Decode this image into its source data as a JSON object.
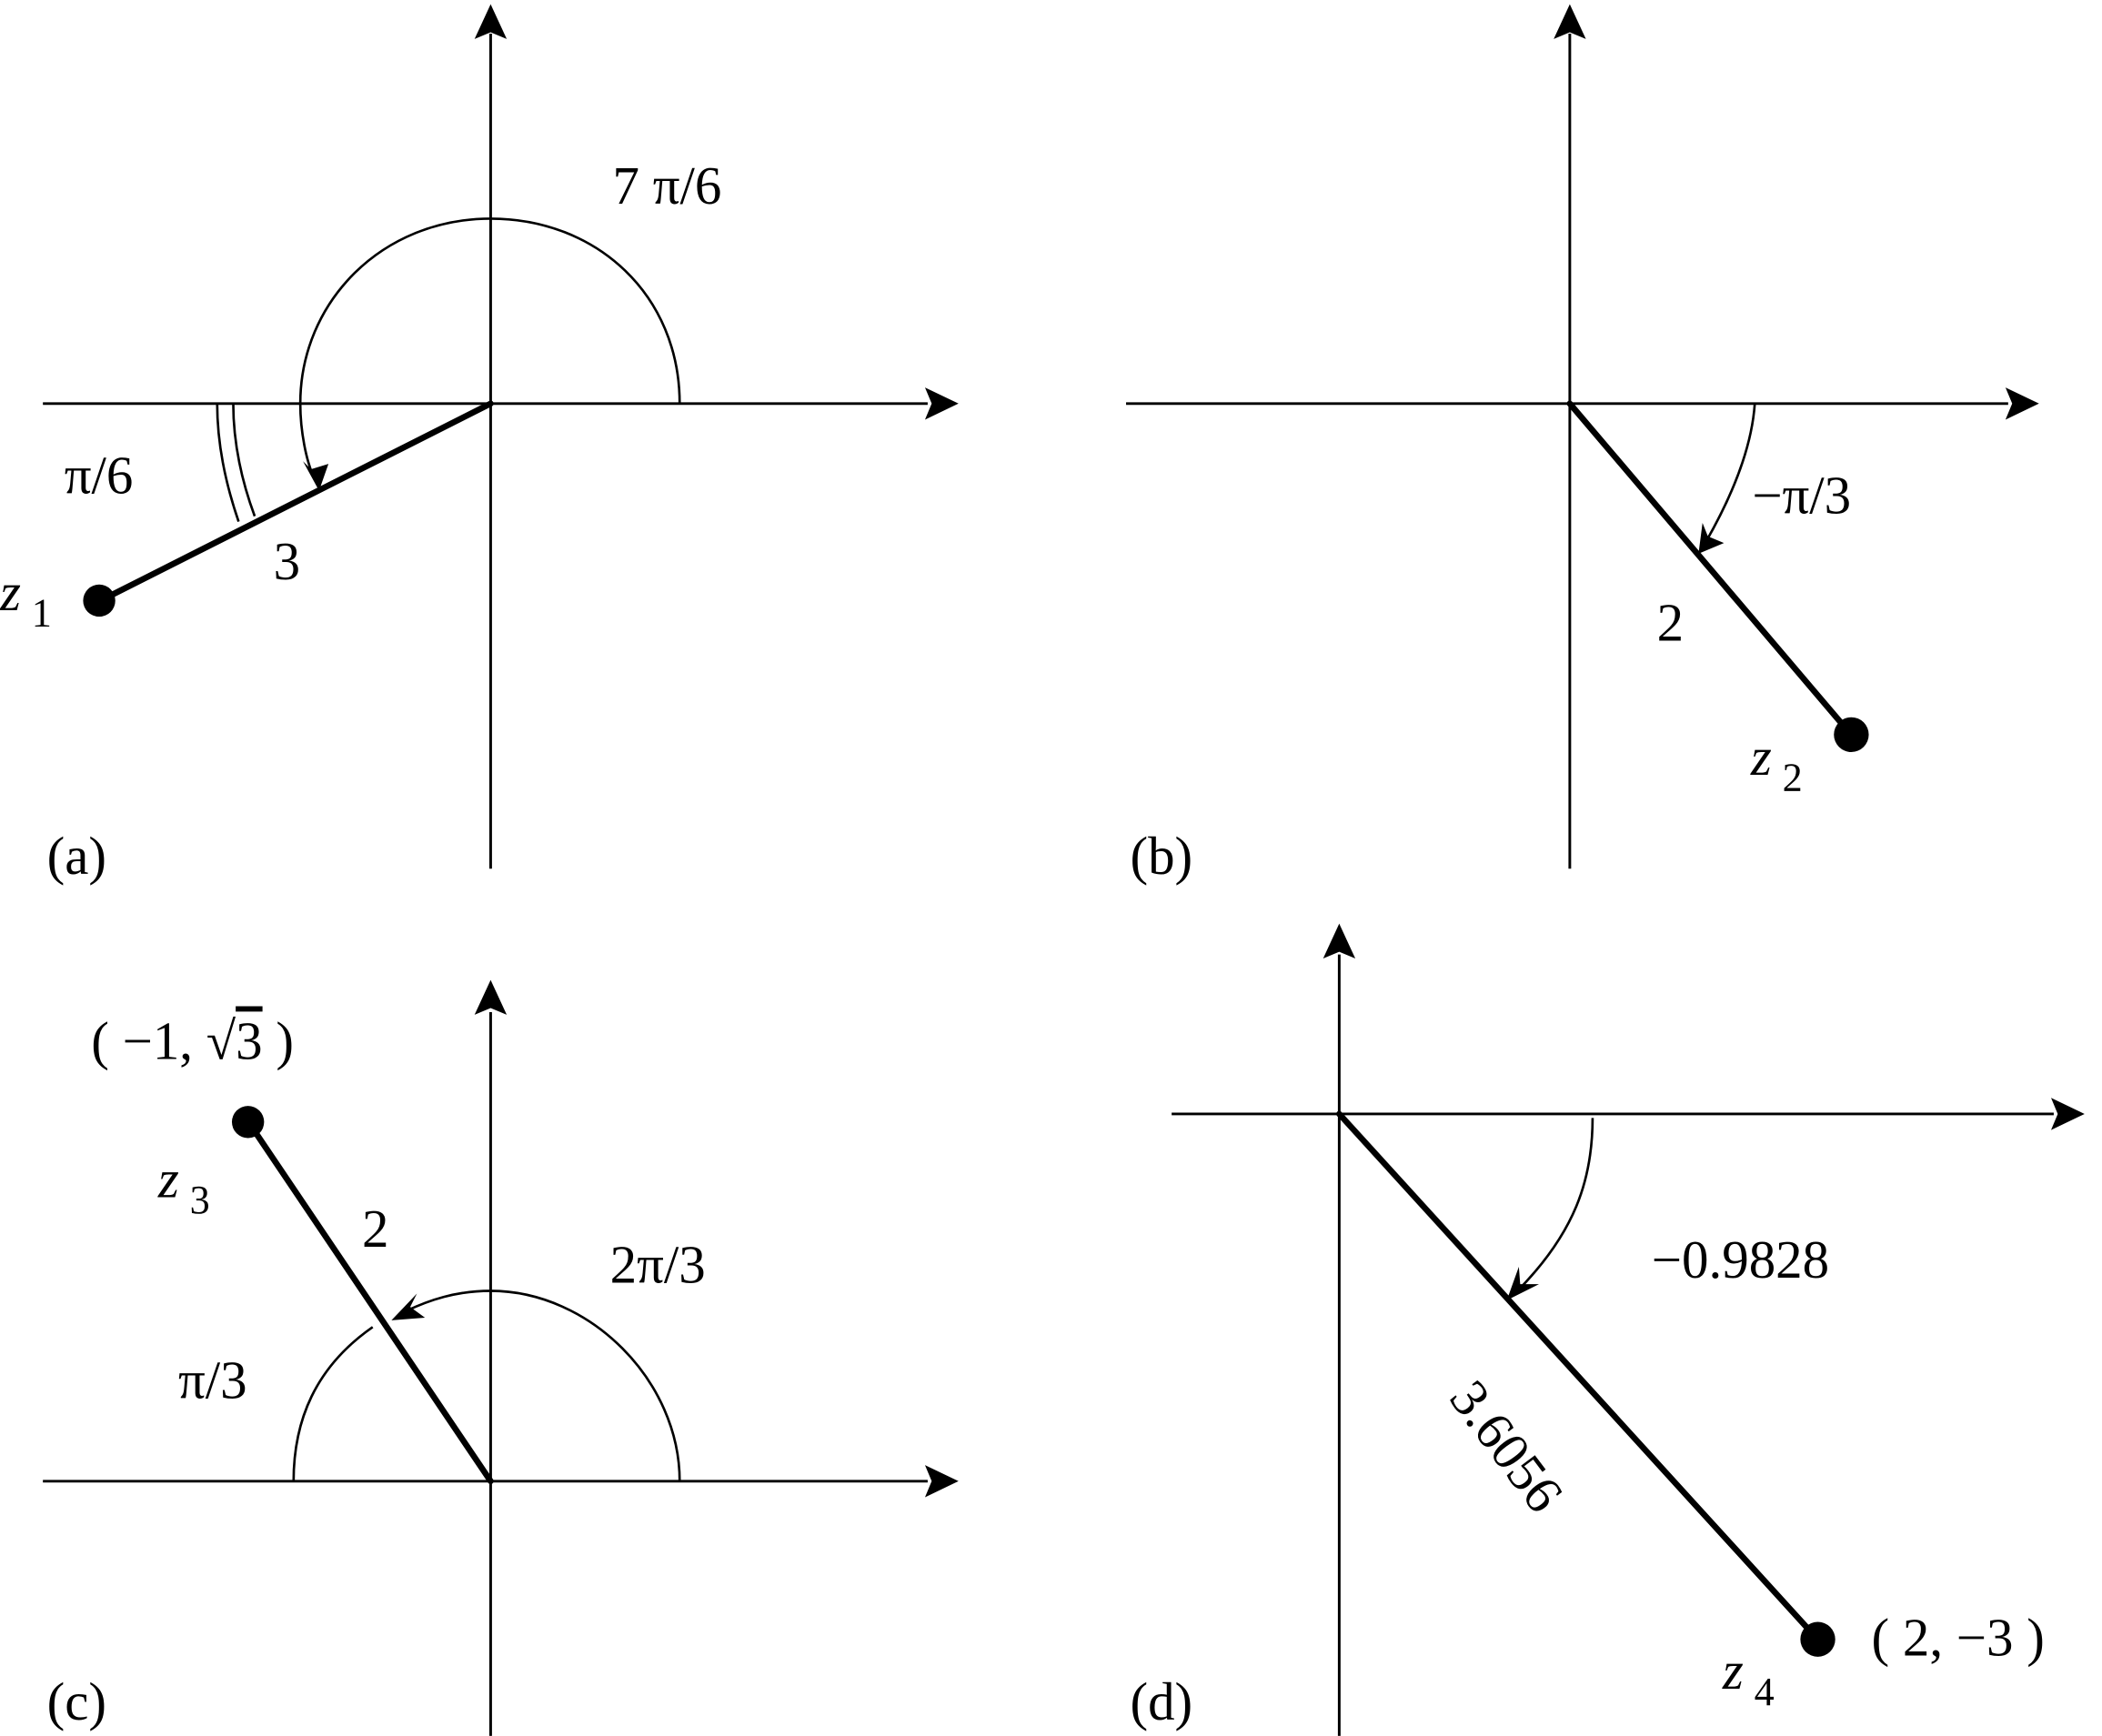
{
  "figure": {
    "panels": [
      {
        "id": "a",
        "panel_label": "(a)",
        "point_name": "z",
        "point_subscript": "1",
        "modulus_label": "3",
        "principal_angle_label": "7 π/6",
        "reference_angle_label": "π/6"
      },
      {
        "id": "b",
        "panel_label": "(b)",
        "point_name": "z",
        "point_subscript": "2",
        "modulus_label": "2",
        "principal_angle_label": "−π/3"
      },
      {
        "id": "c",
        "panel_label": "(c)",
        "point_name": "z",
        "point_subscript": "3",
        "modulus_label": "2",
        "principal_angle_label": "2π/3",
        "reference_angle_label": "π/3",
        "coordinate_prefix": "( −1, ",
        "coordinate_radicand": "3",
        "coordinate_suffix": " )"
      },
      {
        "id": "d",
        "panel_label": "(d)",
        "point_name": "z",
        "point_subscript": "4",
        "modulus_label": "3.6056",
        "principal_angle_label": "−0.9828",
        "coordinate_label": "( 2,  −3 )"
      }
    ]
  },
  "chart_data": {
    "type": "diagram",
    "title": "Polar representation of complex numbers z1–z4 on Argand diagrams",
    "points": [
      {
        "name": "z1",
        "modulus": 3,
        "argument": "7π/6",
        "reference_angle": "π/6",
        "quadrant": 3
      },
      {
        "name": "z2",
        "modulus": 2,
        "argument": "−π/3",
        "quadrant": 4
      },
      {
        "name": "z3",
        "x": -1,
        "y": "√3",
        "modulus": 2,
        "argument": "2π/3",
        "reference_angle": "π/3",
        "quadrant": 2
      },
      {
        "name": "z4",
        "x": 2,
        "y": -3,
        "modulus": 3.6056,
        "argument": -0.9828,
        "quadrant": 4
      }
    ]
  }
}
